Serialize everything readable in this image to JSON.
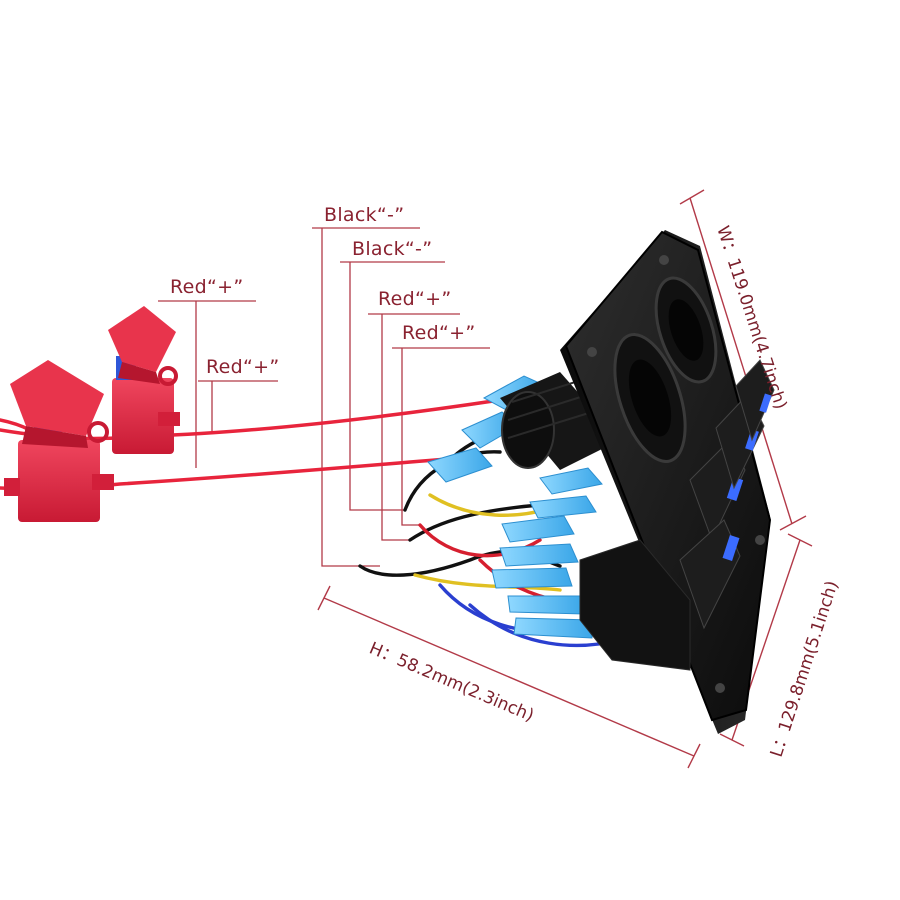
{
  "wire_labels": {
    "black_1": "Black“-”",
    "black_2": "Black“-”",
    "red_1": "Red“+”",
    "red_2": "Red“+”",
    "red_3": "Red“+”",
    "red_4": "Red“+”"
  },
  "dimensions": {
    "width": "W：119.0mm(4.7inch)",
    "height": "H：58.2mm(2.3inch)",
    "length": "L：129.8mm(5.1inch)"
  },
  "colors": {
    "annotation": "#8a2230",
    "dimension_line": "#b23a48",
    "red_wire": "#e8243c",
    "panel": "#1a1a1a",
    "switch_light": "#3b6cff"
  }
}
